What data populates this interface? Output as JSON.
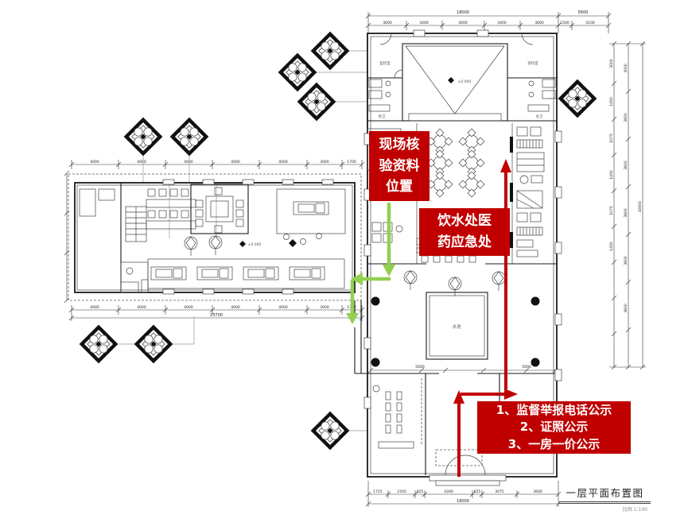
{
  "annotations": {
    "accent_red": "#c00000",
    "accent_green": "#92d050",
    "box1": {
      "lines": [
        "现场核",
        "验资料",
        "位置"
      ]
    },
    "box2": {
      "lines": [
        "饮水处医",
        "药应急处"
      ]
    },
    "box3": {
      "lines": [
        "1、监督举报电话公示",
        "2、证照公示",
        "3、一房一价公示"
      ]
    }
  },
  "title_block": {
    "title": "一层平面布置图",
    "scale": "比例 1:100"
  },
  "plan": {
    "room_labels": {
      "monitor": "监控室",
      "archive": "资料室",
      "toilet_m": "男卫",
      "toilet_f": "女卫",
      "pond": "水池"
    },
    "elevations": [
      "±0.000",
      "±0.000"
    ]
  },
  "dims": {
    "top_total": "18000",
    "top_segments": [
      "3600",
      "3400",
      "4000",
      "3400",
      "3600"
    ],
    "top_right_total": "5600",
    "top_right_segments": [
      "1500",
      "4100"
    ],
    "bottom_segments": [
      "1725",
      "2350",
      "825",
      "4200",
      "825",
      "3075",
      "3600"
    ],
    "bottom_total": "18000",
    "left_wing_segments": [
      "4000",
      "4000",
      "4000",
      "4000",
      "4000",
      "3000",
      "1700"
    ],
    "left_wing_total": "23700",
    "inner_segments": [
      "5000",
      "5000"
    ],
    "right_col_a": [
      "3000",
      "1450",
      "1075",
      "1450",
      "1075",
      "1450"
    ],
    "right_col_b": [
      "3000",
      "3600",
      "3600",
      "3600",
      "3600",
      "3600"
    ],
    "right_col_total": "40000"
  }
}
